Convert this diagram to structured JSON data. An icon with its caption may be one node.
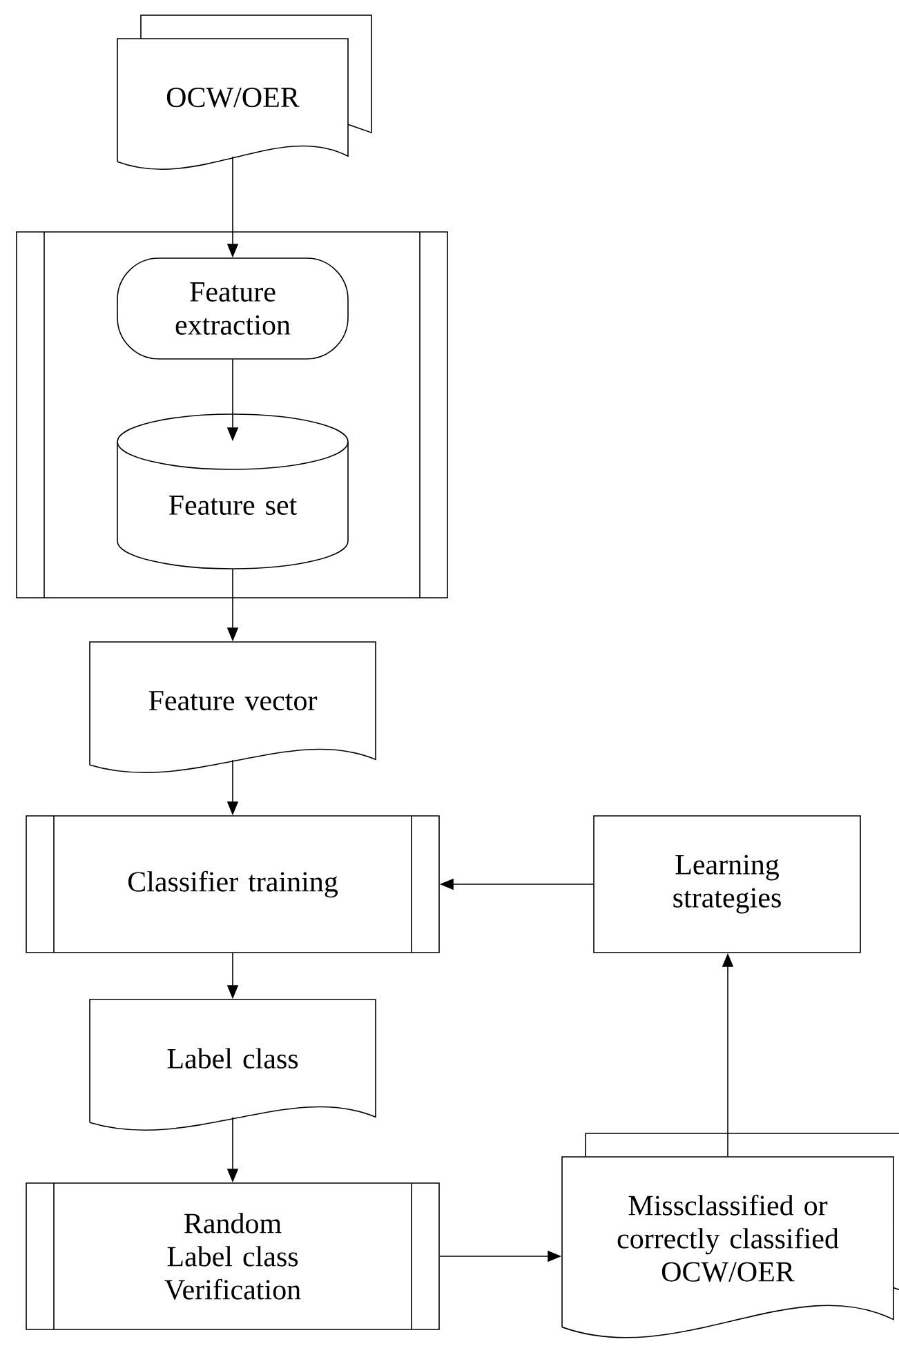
{
  "diagram": {
    "nodes": [
      {
        "text": [
          "OCW/OER"
        ]
      },
      {
        "text": [],
        "shape": "box"
      },
      {
        "text": [
          "Feature extraction"
        ],
        "in": 1
      },
      {
        "text": [
          "Feature set"
        ],
        "in": 1
      },
      {
        "text": [
          "Feature vector"
        ]
      },
      {
        "text": [
          "Classifier training"
        ]
      },
      {
        "text": [
          "Learning strategies"
        ]
      },
      {
        "text": [
          "Label class"
        ]
      },
      {
        "text": [
          "Random Label class Verification"
        ]
      },
      {
        "text": [
          "Missclassified or correctly classified OCW/OER"
        ]
      }
    ],
    "edges": [
      {
        "from": 0,
        "to": 2,
        "arrow": "to"
      },
      {
        "from": 2,
        "to": 3,
        "arrow": "to"
      },
      {
        "from": 3,
        "to": 4,
        "arrow": "to"
      },
      {
        "from": 4,
        "to": 5,
        "arrow": "to"
      },
      {
        "from": 5,
        "to": 7,
        "arrow": "to"
      },
      {
        "from": 7,
        "to": 8,
        "arrow": "to"
      },
      {
        "from": 8,
        "to": 9,
        "arrow": "to"
      },
      {
        "from": 9,
        "to": 6,
        "arrow": "to"
      },
      {
        "from": 6,
        "to": 5,
        "arrow": "to"
      }
    ]
  }
}
